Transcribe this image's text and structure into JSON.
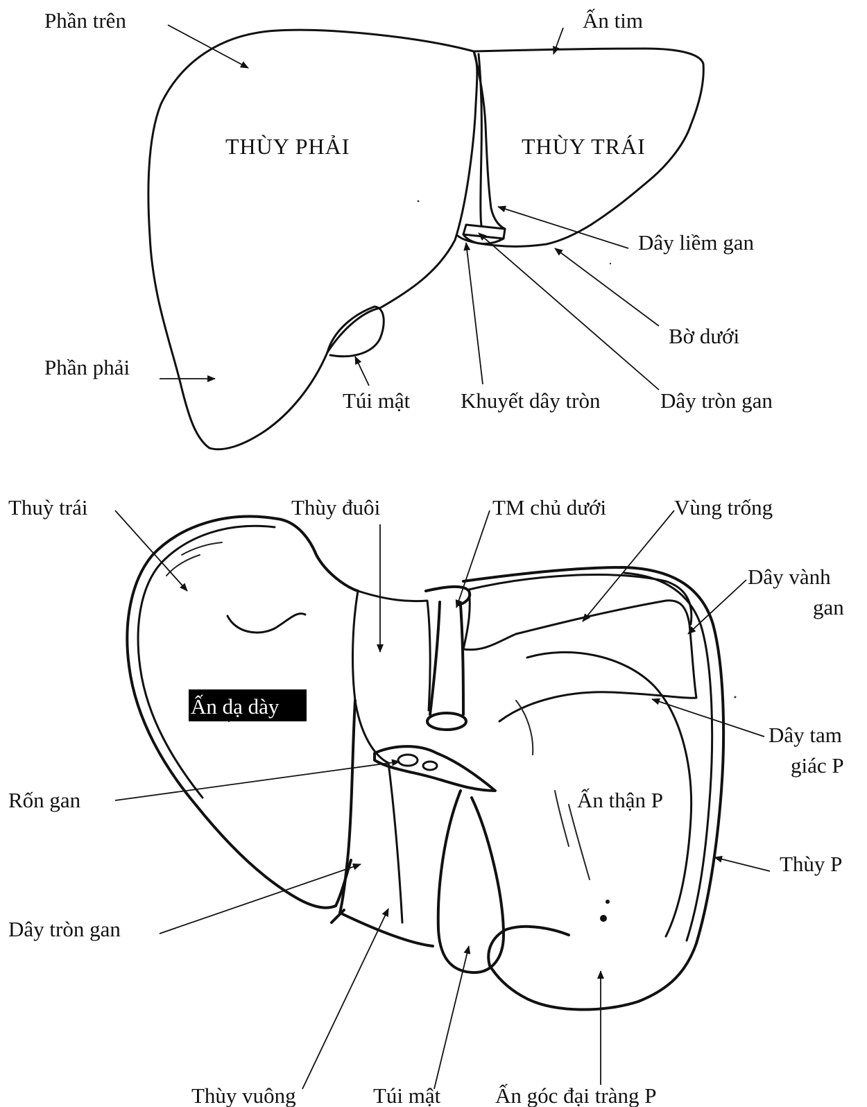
{
  "top_view": {
    "lobe_right": "THÙY PHẢI",
    "lobe_left": "THÙY TRÁI",
    "labels": {
      "upper_part": "Phần trên",
      "heart_impression": "Ấn tim",
      "falciform_ligament": "Dây liềm gan",
      "inferior_border": "Bờ dưới",
      "right_part": "Phần phải",
      "gallbladder": "Túi mật",
      "round_ligament_notch": "Khuyết dây tròn",
      "round_ligament": "Dây tròn gan"
    }
  },
  "bottom_view": {
    "labels": {
      "left_lobe": "Thuỳ trái",
      "caudate_lobe": "Thùy đuôi",
      "ivc": "TM chủ dưới",
      "bare_area": "Vùng trống",
      "coronary_ligament_1": "Dây vành",
      "coronary_ligament_2": "gan",
      "gastric_impression": "Ấn dạ dày",
      "triangular_ligament_1": "Dây tam",
      "triangular_ligament_2": "giác P",
      "porta_hepatis": "Rốn gan",
      "renal_impression": "Ấn thận P",
      "right_lobe": "Thùy P",
      "round_ligament": "Dây tròn gan",
      "quadrate_lobe": "Thùy vuông",
      "gallbladder": "Túi mật",
      "colic_impression": "Ấn góc đại tràng P"
    }
  }
}
